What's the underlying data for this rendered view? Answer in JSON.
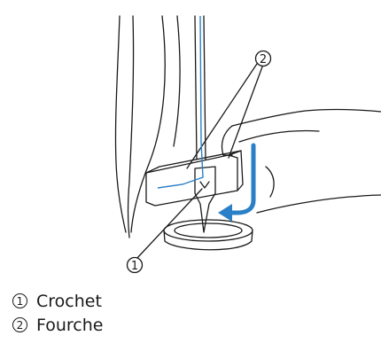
{
  "callouts": [
    {
      "number": "1",
      "label": "Crochet"
    },
    {
      "number": "2",
      "label": "Fourche"
    }
  ],
  "colors": {
    "line": "#1a1a1a",
    "thread": "#2a7fc7",
    "arrow": "#2a7fc7",
    "background": "#ffffff"
  }
}
